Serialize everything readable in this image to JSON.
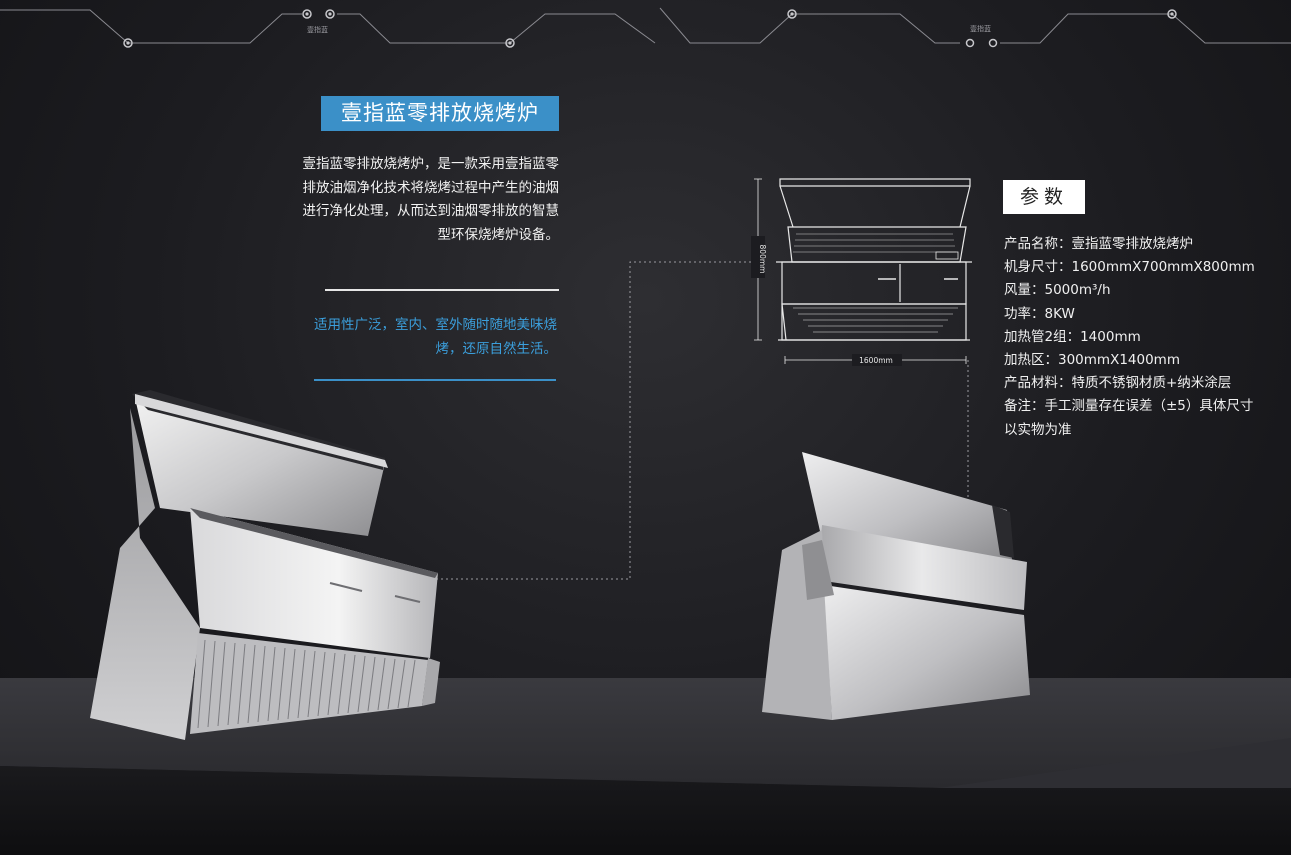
{
  "header": {
    "brand_marks": [
      "壹指蓝",
      "壹指蓝"
    ]
  },
  "product": {
    "title": "壹指蓝零排放烧烤炉",
    "intro": "壹指蓝零排放烧烤炉，是一款采用壹指蓝零排放油烟净化技术将烧烤过程中产生的油烟进行净化处理，从而达到油烟零排放的智慧型环保烧烤炉设备。",
    "tagline": "适用性广泛，室内、室外随时随地美味烧烤，还原自然生活。"
  },
  "drawing": {
    "height_label": "800mm",
    "width_label": "1600mm"
  },
  "params": {
    "heading": "参数",
    "items": [
      "产品名称：壹指蓝零排放烧烤炉",
      "机身尺寸：1600mmX700mmX800mm",
      "风量：5000m³/h",
      "功率：8KW",
      "加热管2组：1400mm",
      "加热区：300mmX1400mm",
      "产品材料：特质不锈钢材质+纳米涂层",
      "备注：手工测量存在误差（±5）具体尺寸以实物为准"
    ]
  },
  "colors": {
    "accent_blue": "#3b90c8",
    "tagline_blue": "#3b9fdc",
    "background": "#1c1c20"
  }
}
